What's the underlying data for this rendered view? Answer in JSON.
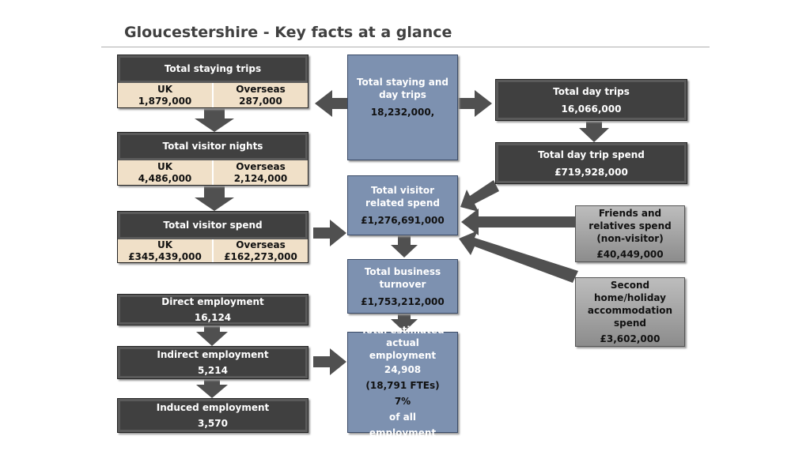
{
  "title": "Gloucestershire - Key facts at a glance",
  "staying_trips": {
    "label": "Total staying trips",
    "uk_label": "UK",
    "uk": "1,879,000",
    "overseas_label": "Overseas",
    "overseas": "287,000"
  },
  "visitor_nights": {
    "label": "Total visitor nights",
    "uk_label": "UK",
    "uk": "4,486,000",
    "overseas_label": "Overseas",
    "overseas": "2,124,000"
  },
  "visitor_spend": {
    "label": "Total visitor spend",
    "uk_label": "UK",
    "uk": "£345,439,000",
    "overseas_label": "Overseas",
    "overseas": "£162,273,000"
  },
  "staying_and_day": {
    "label": "Total staying and day trips",
    "value": "18,232,000,"
  },
  "day_trips": {
    "label": "Total day trips",
    "value": "16,066,000"
  },
  "day_trip_spend": {
    "label": "Total day trip spend",
    "value": "£719,928,000"
  },
  "visitor_related_spend": {
    "label": "Total visitor related spend",
    "value": "£1,276,691,000"
  },
  "friends_relatives": {
    "label": "Friends and relatives spend (non-visitor)",
    "value": "£40,449,000"
  },
  "second_home": {
    "label": "Second home/holiday accommodation spend",
    "value": "£3,602,000"
  },
  "business_turnover": {
    "label": "Total business turnover",
    "value": "£1,753,212,000"
  },
  "employment": {
    "label": "Total estimated actual employment",
    "value": "24,908",
    "ftes": "(18,791 FTEs)",
    "percent": "7%",
    "percent_label": "of all employment"
  },
  "direct": {
    "label": "Direct employment",
    "value": "16,124"
  },
  "indirect": {
    "label": "Indirect employment",
    "value": "5,214"
  },
  "induced": {
    "label": "Induced employment",
    "value": "3,570"
  }
}
